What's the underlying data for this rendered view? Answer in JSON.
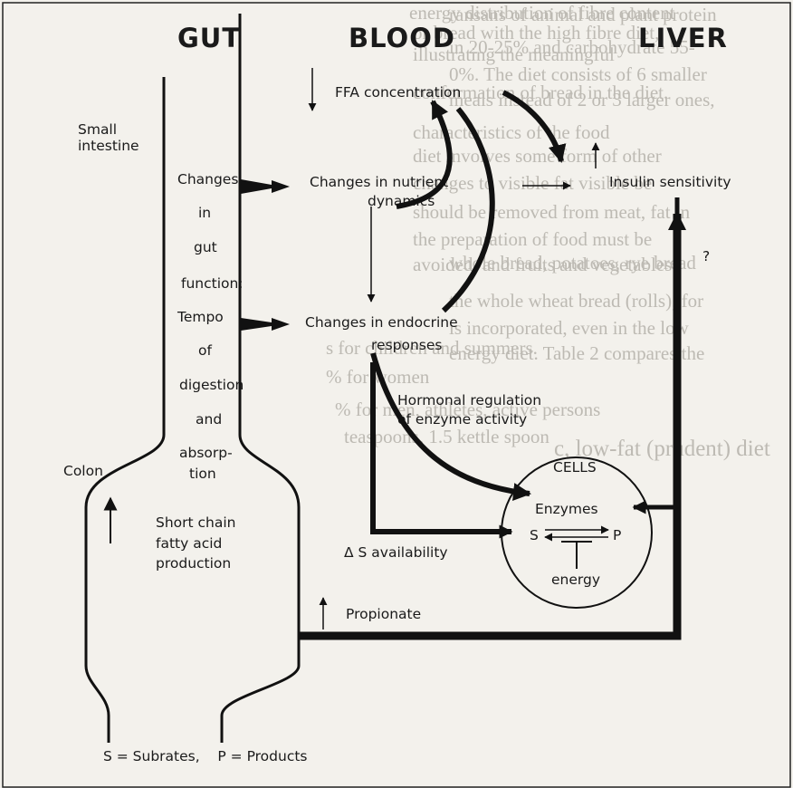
{
  "headers": {
    "gut": "GUT",
    "blood": "BLOOD",
    "liver": "LIVER"
  },
  "labels": {
    "small_intestine": [
      "Small",
      "intestine"
    ],
    "changes_gut_function": [
      "Changes",
      "in",
      "gut",
      "function:"
    ],
    "tempo_digestion": [
      "Tempo",
      "of",
      "digestion",
      "and",
      "absorp-",
      "tion"
    ],
    "colon": "Colon",
    "scfa": [
      "Short chain",
      "fatty acid",
      "production"
    ],
    "ffa": "FFA concentration",
    "nutrient_dynamics": [
      "Changes in nutrient",
      "dynamics"
    ],
    "endocrine": [
      "Changes in endocrine",
      "responses"
    ],
    "hormonal": [
      "Hormonal regulation",
      "of enzyme activity"
    ],
    "insulin": "Insulin sensitivity",
    "question": "?",
    "cells": "CELLS",
    "enzymes": "Enzymes",
    "s": "S",
    "p": "P",
    "energy": "energy",
    "s_availability": "Δ S availability",
    "propionate": "Propionate",
    "legend": "S = Subrates,    P = Products"
  },
  "background_text": [
    "energy distribution of fibre content",
    "or bread with the high fibre diet,",
    "illustrating the meaningful",
    "conformation of bread in the diet.",
    "characteristics of the food",
    "diet involves some form of other",
    "changes to visible fat visible be",
    "should be removed from meat, fat in",
    "the preparation of food must be",
    "avoided, and fruits and vegetables",
    "s for children and summers.",
    "% for women",
    "% for men, athletes, active persons",
    "teaspoons, 1.5 kettle spoon",
    "c, low-fat (prudent) diet",
    "ransans of animal and plant protein",
    "in 20-25% and carbohydrate 55-",
    "0%. The diet consists of 6 smaller",
    "meals instead of 2 or 3 larger ones,",
    "whole bread, potatoes, rye bread",
    "the whole wheat bread (rolls), for",
    "is incorporated, even in the low",
    "energy diet. Table 2 compares the"
  ]
}
